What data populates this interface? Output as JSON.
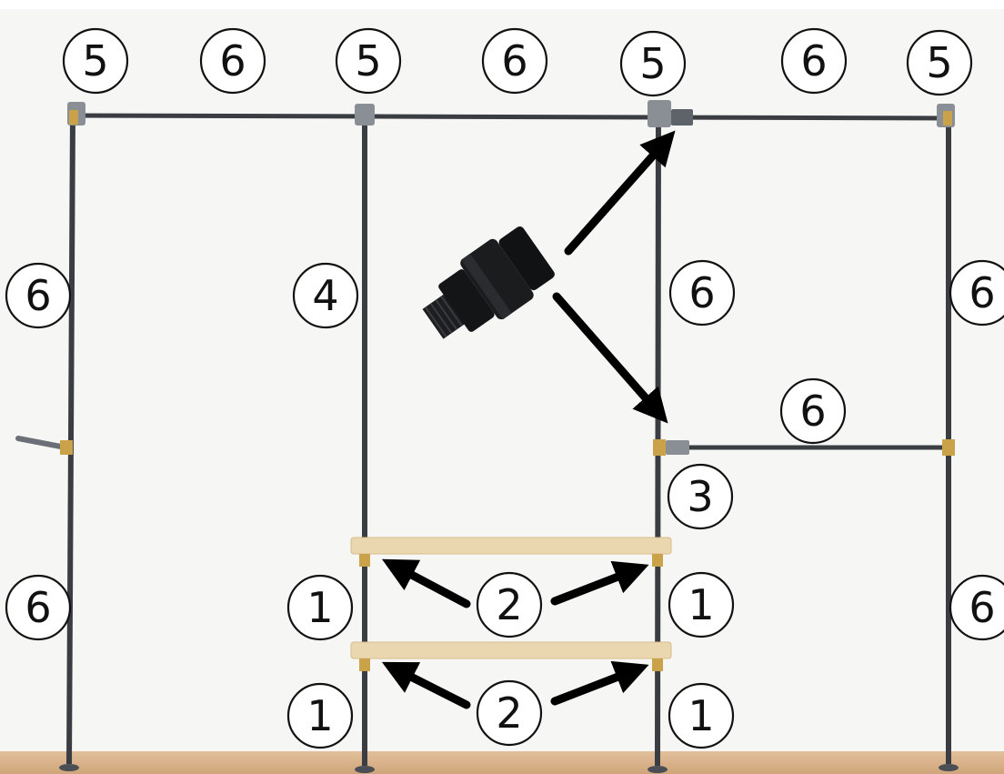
{
  "diagram": {
    "parts": {
      "shelf_flange": "1",
      "shelf_arrow_part": "2",
      "union_tee": "3",
      "upright_pipe": "4",
      "corner_elbow": "5",
      "pipe": "6"
    },
    "colors": {
      "pipe": "#3a3d42",
      "brass": "#c9a24a",
      "fitting": "#8a8f96",
      "shelf": "#ead7b0",
      "floor": "#d9b48e",
      "wall": "#f5f5f3",
      "arrow": "#000000"
    },
    "icons": [
      "pipe-union-fitting-icon",
      "arrow-icon"
    ]
  }
}
